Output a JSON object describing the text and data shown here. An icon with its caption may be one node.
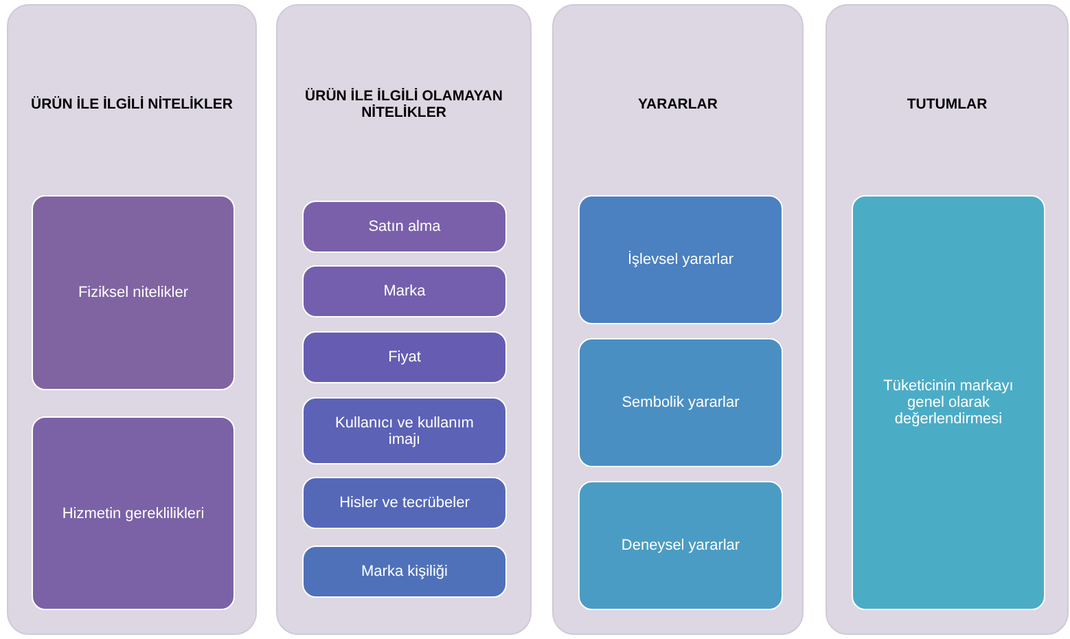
{
  "diagram": {
    "nodes": [
      {
        "text": [
          "ÜRÜN İLE İLGİLİ NİTELİKLER"
        ]
      },
      {
        "text": [
          "Fiziksel nitelikler"
        ],
        "in": 0
      },
      {
        "text": [
          "Hizmetin gereklilikleri"
        ],
        "in": 0
      },
      {
        "text": [
          "ÜRÜN İLE İLGİLİ OLAMAYAN NİTELİKLER"
        ]
      },
      {
        "text": [
          "Satın alma"
        ],
        "in": 3
      },
      {
        "text": [
          "Marka"
        ],
        "in": 3
      },
      {
        "text": [
          "Fiyat"
        ],
        "in": 3
      },
      {
        "text": [
          "Kullanıcı ve kullanım imajı"
        ],
        "in": 3
      },
      {
        "text": [
          "Hisler ve tecrübeler"
        ],
        "in": 3
      },
      {
        "text": [
          "Marka kişiliği"
        ],
        "in": 3
      },
      {
        "text": [
          "YARARLAR"
        ]
      },
      {
        "text": [
          "İşlevsel yararlar"
        ],
        "in": 10
      },
      {
        "text": [
          "Sembolik yararlar"
        ],
        "in": 10
      },
      {
        "text": [
          "Deneysel yararlar"
        ],
        "in": 10
      },
      {
        "text": [
          "TUTUMLAR"
        ]
      },
      {
        "text": [
          "Tüketicinin markayı genel olarak değerlendirmesi"
        ],
        "in": 14
      }
    ]
  }
}
